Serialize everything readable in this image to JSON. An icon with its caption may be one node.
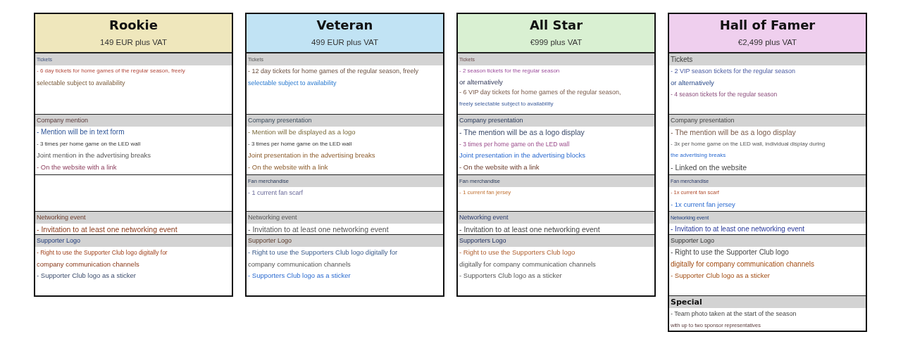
{
  "diagram": {
    "nodes": [
      {
        "text": [
          "Rookie",
          "149 EUR plus VAT"
        ]
      },
      {
        "text": [
          "Tickets",
          "- 6 day tickets for home games of the regular season, freely",
          "selectable subject to availability"
        ],
        "in": 0
      },
      {
        "text": [
          "Company mention",
          "- Mention will be in text form",
          "- 3 times per home game on the LED wall",
          "Joint mention in the advertising breaks",
          "- On the website with a link"
        ],
        "in": 0
      },
      {
        "text": [],
        "shape": "box",
        "in": 0
      },
      {
        "text": [
          "Networking event",
          "- Invitation to at least one networking event"
        ],
        "in": 0
      },
      {
        "text": [
          "Supporter Logo",
          "- Right to use the Supporter Club logo digitally for",
          "company communication channels",
          "- Supporter Club logo as a sticker"
        ],
        "in": 0
      },
      {
        "text": [
          "Veteran",
          "499 EUR plus VAT"
        ]
      },
      {
        "text": [
          "Tickets",
          "- 12 day tickets for home games of the regular season, freely",
          "selectable subject to availability"
        ],
        "in": 6
      },
      {
        "text": [
          "Company presentation",
          "- Mention will be displayed as a logo",
          "- 3 times per home game on the LED wall",
          "Joint presentation in the advertising breaks",
          "- On the website with a link"
        ],
        "in": 6
      },
      {
        "text": [
          "Fan merchandise",
          "- 1 current fan scarf"
        ],
        "in": 6
      },
      {
        "text": [
          "Networking event",
          "- Invitation to at least one networking event"
        ],
        "in": 6
      },
      {
        "text": [
          "Supporter Logo",
          "- Right to use the Supporters Club logo digitally for",
          "company communication channels",
          "- Supporters Club logo as a sticker"
        ],
        "in": 6
      },
      {
        "text": [
          "All Star",
          "€999 plus VAT"
        ]
      },
      {
        "text": [
          "Tickets",
          "- 2 season tickets for the regular season",
          "or alternatively",
          "- 6 VIP day tickets for home games of the regular season,",
          "freely selectable subject to availability"
        ],
        "in": 12
      },
      {
        "text": [
          "Company presentation",
          "- The mention will be as a logo display",
          "- 3 times per home game on the LED wall",
          "Joint presentation in the advertising blocks",
          "- On the website with a link"
        ],
        "in": 12
      },
      {
        "text": [
          "Fan merchandise",
          "- 1 current fan jersey"
        ],
        "in": 12
      },
      {
        "text": [
          "Networking event",
          "- Invitation to at least one networking event"
        ],
        "in": 12
      },
      {
        "text": [
          "Supporters Logo",
          "- Right to use the Supporters Club logo",
          "digitally for company communication channels",
          "- Supporters Club logo as a sticker"
        ],
        "in": 12
      },
      {
        "text": [
          "Hall of Famer",
          "€2,499 plus VAT"
        ]
      },
      {
        "text": [
          "Tickets",
          "- 2 VIP season tickets for the regular season",
          "or alternatively",
          "- 4 season tickets for the regular season"
        ],
        "in": 18
      },
      {
        "text": [
          "Company presentation",
          "- The mention will be as a logo display",
          "- 3x per home game on the LED wall, individual display during",
          "the advertising breaks",
          "- Linked on the website"
        ],
        "in": 18
      },
      {
        "text": [
          "Fan merchandise",
          "- 1x current fan scarf",
          "- 1x current fan jersey"
        ],
        "in": 18
      },
      {
        "text": [
          "Networking event",
          "- Invitation to at least one networking event"
        ],
        "in": 18
      },
      {
        "text": [
          "Supporter Logo",
          "- Right to use the Supporter Club logo",
          "digitally for company communication channels",
          "- Supporter Club logo as a sticker"
        ],
        "in": 18
      },
      {
        "text": [
          "Special",
          "- Team photo taken at the start of the season",
          "with up to two sponsor representatives"
        ],
        "in": 18
      }
    ]
  }
}
